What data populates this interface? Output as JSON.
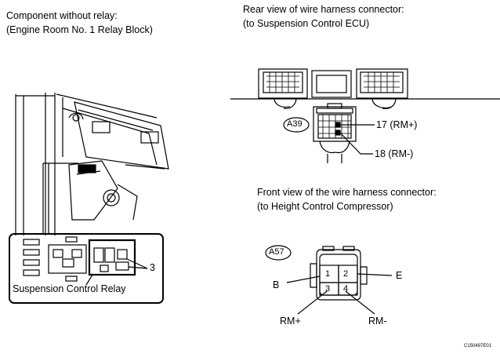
{
  "left_panel": {
    "title_line1": "Component without relay:",
    "title_line2": "(Engine Room No. 1 Relay Block)",
    "relay_label": "Suspension Control Relay",
    "pin_callout": "3"
  },
  "ecu_connector": {
    "title_line1": "Rear view of wire harness connector:",
    "title_line2": "(to Suspension Control ECU)",
    "connector_code": "A39",
    "pins": [
      {
        "label": "17 (RM+)"
      },
      {
        "label": "18 (RM-)"
      }
    ]
  },
  "compressor_connector": {
    "title_line1": "Front view of the wire harness connector:",
    "title_line2": "(to Height Control Compressor)",
    "connector_code": "A57",
    "cavities": [
      "1",
      "2",
      "3",
      "4"
    ],
    "wires": {
      "left_top": "B",
      "right_top": "E",
      "bottom_left": "RM+",
      "bottom_right": "RM-"
    }
  },
  "figure_id": "C150497E01"
}
